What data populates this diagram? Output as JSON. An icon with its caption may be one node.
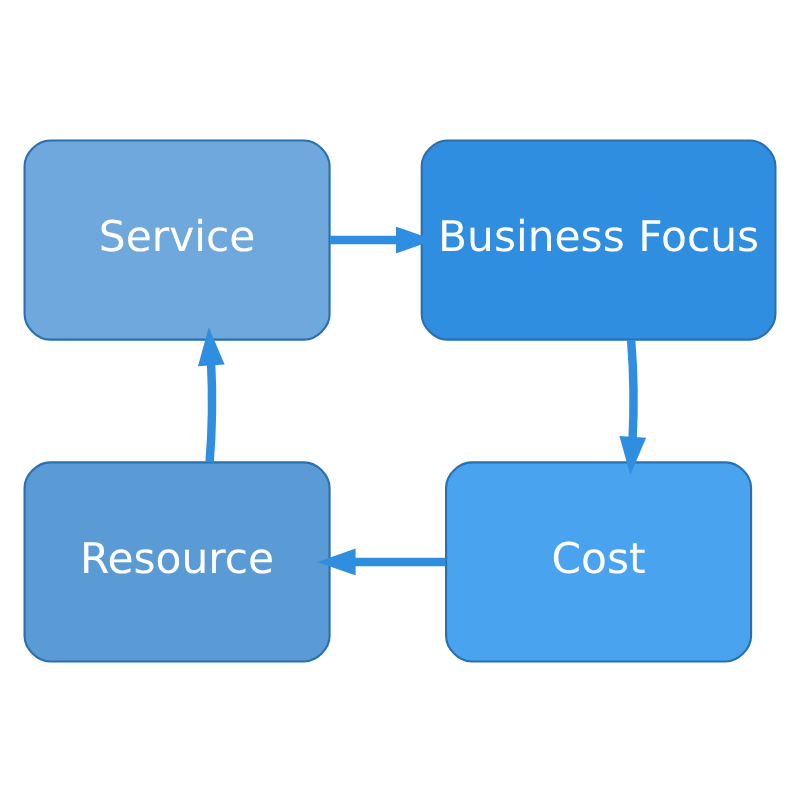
{
  "diagram": {
    "nodes": [
      {
        "text": [
          "Service"
        ]
      },
      {
        "text": [
          "Business Focus"
        ]
      },
      {
        "text": [
          "Cost"
        ]
      },
      {
        "text": [
          "Resource"
        ]
      }
    ],
    "edges": [
      {
        "from": 0,
        "to": 1,
        "arrow": "to"
      },
      {
        "from": 1,
        "to": 2,
        "arrow": "to"
      },
      {
        "from": 2,
        "to": 3,
        "arrow": "to"
      },
      {
        "from": 3,
        "to": 0,
        "arrow": "to"
      }
    ]
  }
}
